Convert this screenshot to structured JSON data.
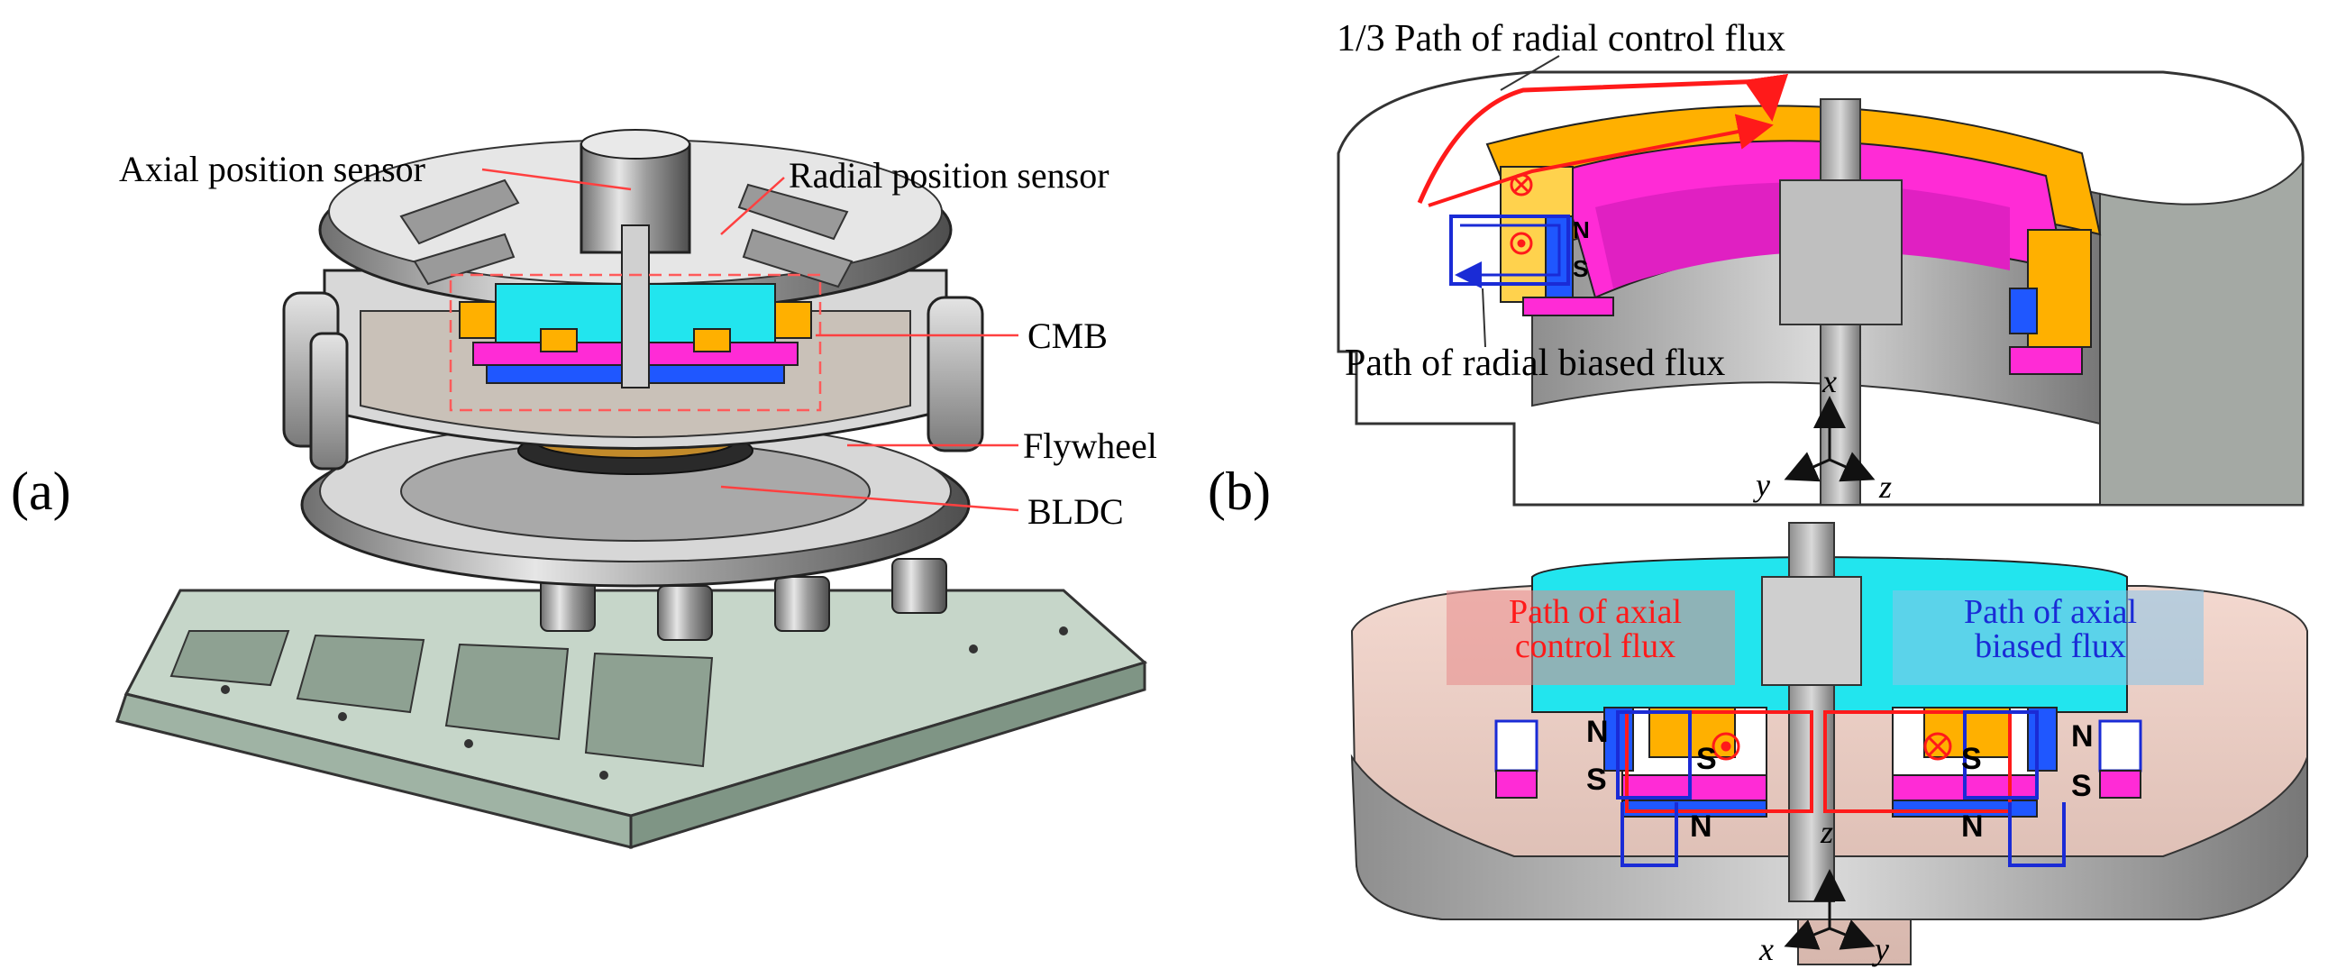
{
  "panels": {
    "a": {
      "label": "(a)",
      "callouts": {
        "axial_sensor": "Axial position sensor",
        "radial_sensor": "Radial position sensor",
        "cmb": "CMB",
        "flywheel": "Flywheel",
        "bldc": "BLDC"
      }
    },
    "b": {
      "label": "(b)",
      "top": {
        "radial_control": "1/3 Path of radial control flux",
        "radial_biased": "Path of radial biased flux",
        "poles": [
          "N",
          "S"
        ],
        "axes": [
          "x",
          "y",
          "z"
        ]
      },
      "bottom": {
        "axial_control": "Path of axial control flux",
        "axial_biased": "Path of axial biased flux",
        "poles": [
          "N",
          "S",
          "S",
          "N",
          "N",
          "S",
          "S",
          "N"
        ],
        "axes": [
          "z",
          "x",
          "y"
        ]
      }
    }
  },
  "colors": {
    "cyan": "#22e5ee",
    "magenta": "#ff2bd6",
    "orange": "#ffb000",
    "gray": "#9a9a9a",
    "base_green": "#b9cdbd",
    "control_flux": "#ff1a1a",
    "biased_flux": "#1a2bd6"
  }
}
